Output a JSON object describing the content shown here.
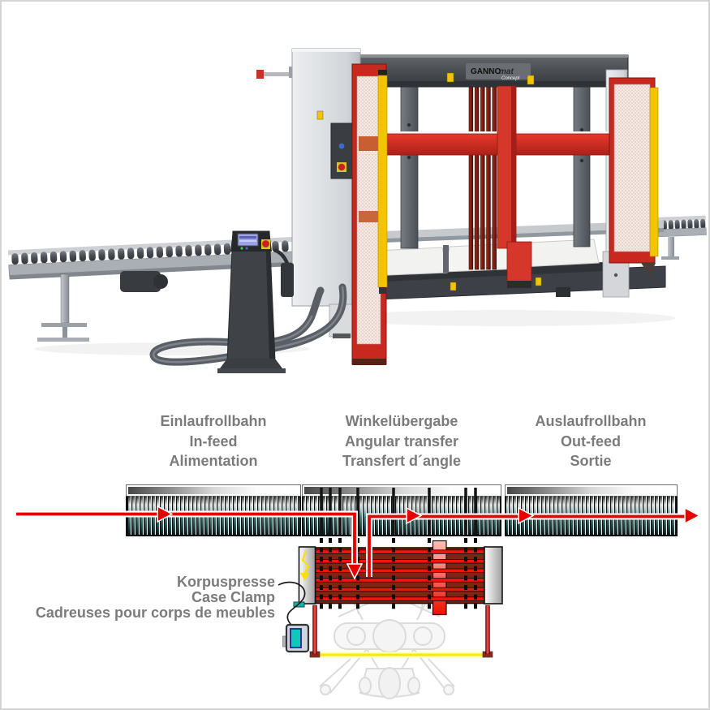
{
  "page": {
    "background": "#ffffff",
    "border_color": "#d4d4d4"
  },
  "machine_photo": {
    "description": "GANNOMAT Concept case clamp with in-feed roller conveyor, control pedestal, safety light curtains and out-feed roller conveyor",
    "brand_bold": "GANNO",
    "brand_italic": "mat",
    "model": "Concept",
    "colors": {
      "machine_red": "#c8281e",
      "safety_yellow": "#f3c402",
      "frame_dark_gray": "#45494e",
      "cabinet_gray": "#e0e2e5"
    }
  },
  "diagram": {
    "label_color": "#7b7b7b",
    "flow_color": "#e60000",
    "band_teal": "#2e5e5e",
    "stations": [
      {
        "id": "infeed",
        "lines": [
          "Einlaufrollbahn",
          "In-feed",
          "Alimentation"
        ]
      },
      {
        "id": "angular-transfer",
        "lines": [
          "Winkelübergabe",
          "Angular transfer",
          "Transfert d´angle"
        ]
      },
      {
        "id": "outfeed",
        "lines": [
          "Auslaufrollbahn",
          "Out-feed",
          "Sortie"
        ]
      }
    ],
    "press": {
      "label_lines": [
        "Korpuspresse",
        "Case Clamp",
        "Cadreuses pour corps de meubles"
      ]
    },
    "icons": {
      "flow_arrow": "red right-pointing flow arrow",
      "drop_arrow": "red downward transfer arrow",
      "energy_arrow": "yellow zigzag down arrow",
      "pendant": "control pendant with teal screen"
    }
  }
}
